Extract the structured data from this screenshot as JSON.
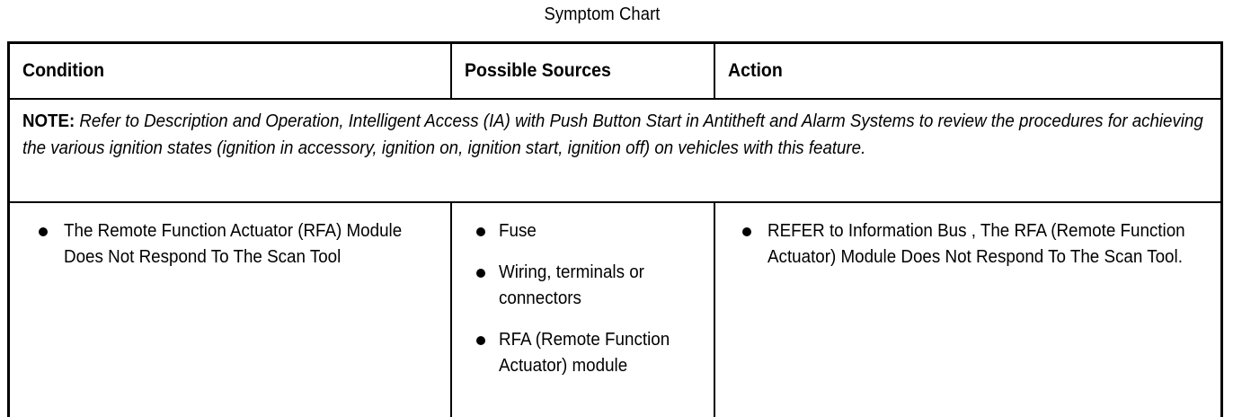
{
  "title": "Symptom Chart",
  "table": {
    "columns": [
      {
        "id": "condition",
        "label": "Condition"
      },
      {
        "id": "possible_sources",
        "label": "Possible Sources"
      },
      {
        "id": "action",
        "label": "Action"
      }
    ],
    "note": {
      "label": "NOTE:",
      "text": "Refer to Description and Operation, Intelligent Access (IA) with Push Button Start in Antitheft and Alarm Systems to review the procedures for achieving the various ignition states (ignition in accessory, ignition on, ignition start, ignition off) on vehicles with this feature."
    },
    "rows": [
      {
        "condition": [
          "The Remote Function Actuator (RFA) Module Does Not Respond To The Scan Tool"
        ],
        "possible_sources": [
          "Fuse",
          "Wiring, terminals or connectors",
          "RFA (Remote Function Actuator) module"
        ],
        "action": [
          "REFER to Information Bus , The RFA (Remote Function Actuator) Module Does Not Respond To The Scan Tool."
        ]
      }
    ]
  },
  "colors": {
    "border": "#000000",
    "text": "#000000",
    "background": "#ffffff"
  }
}
